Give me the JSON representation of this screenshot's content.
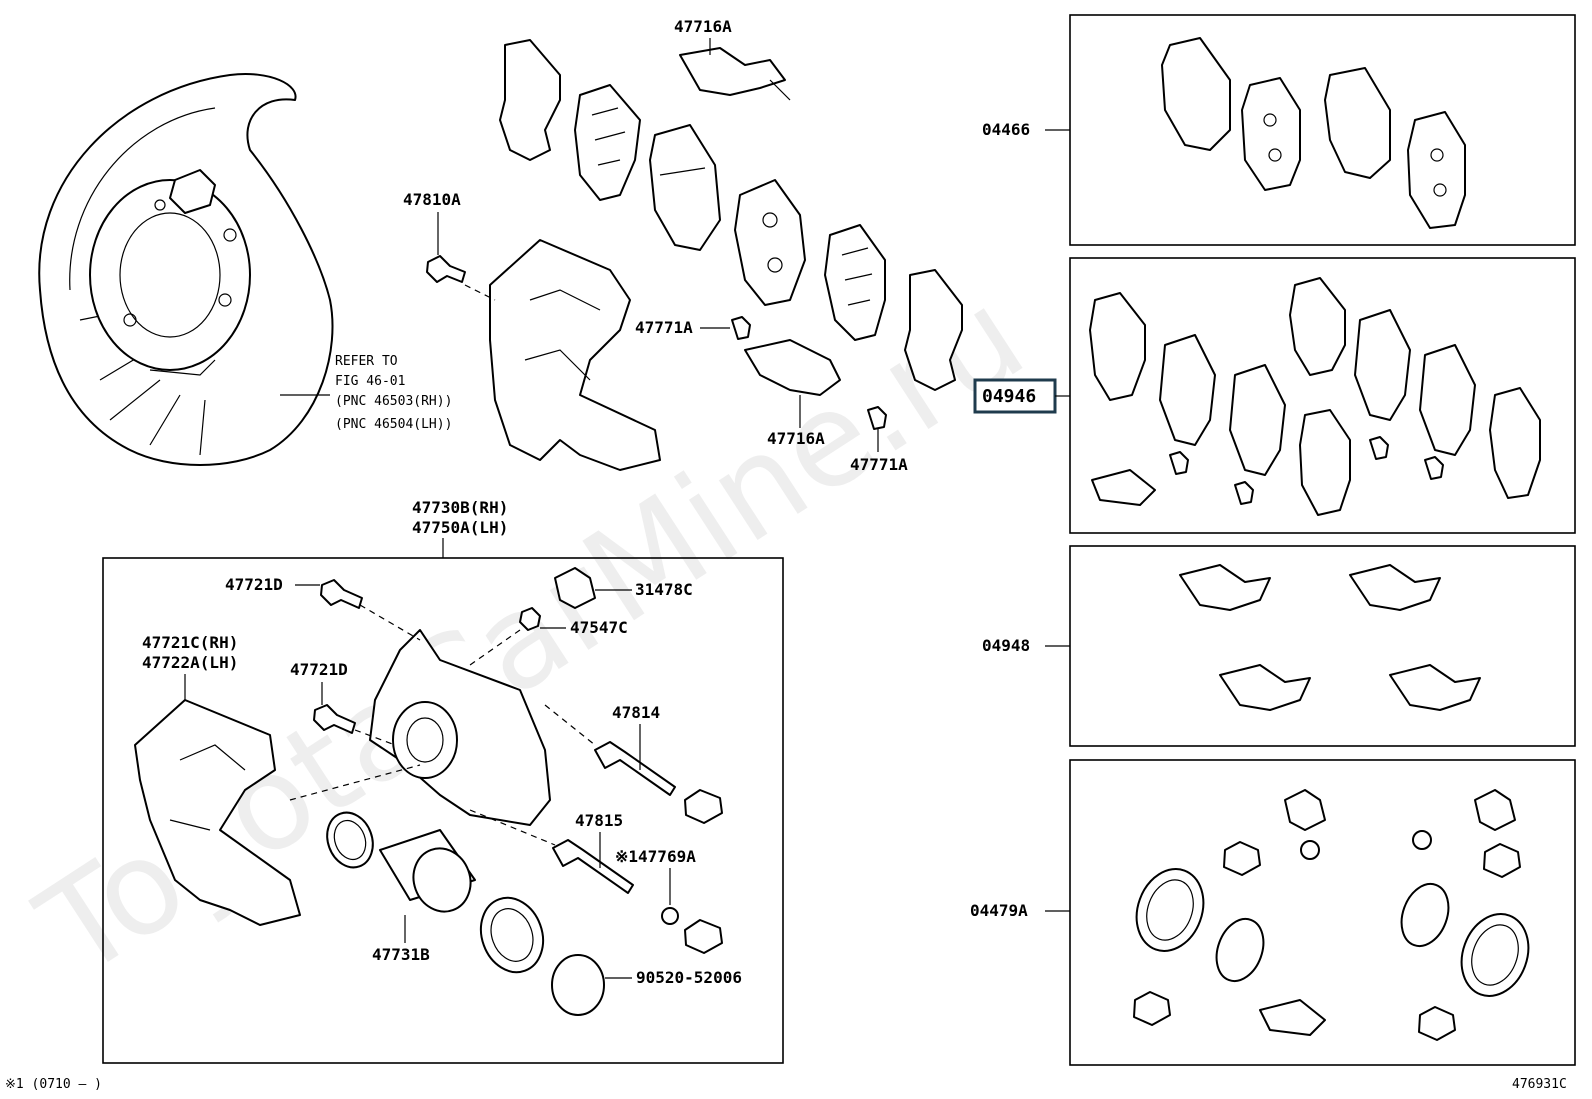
{
  "watermark": "ToyotaCarMine.ru",
  "figure_id": "476931C",
  "footnote": "※1 (0710 –       )",
  "refer_note": {
    "line1": "REFER TO",
    "line2": "FIG 46-01",
    "line3": "(PNC 46503(RH))",
    "line4": "(PNC 46504(LH))"
  },
  "labels": {
    "p47716A_top": "47716A",
    "p47810A": "47810A",
    "p47771A_mid": "47771A",
    "p47716A_mid": "47716A",
    "p47771A_low": "47771A",
    "p47730B": "47730B(RH)",
    "p47750A": "47750A(LH)",
    "p47721D_a": "47721D",
    "p31478C": "31478C",
    "p47547C": "47547C",
    "p47721C": "47721C(RH)",
    "p47722A": "47722A(LH)",
    "p47721D_b": "47721D",
    "p47814": "47814",
    "p47815": "47815",
    "p47769A": "※147769A",
    "p47731B": "47731B",
    "p90520": "90520-52006"
  },
  "kits": {
    "k04466": "04466",
    "k04946": "04946",
    "k04948": "04948",
    "k04479A": "04479A"
  },
  "colors": {
    "line": "#000000",
    "highlight_border": "#1f3b4d",
    "watermark": "#cfcfcf"
  }
}
